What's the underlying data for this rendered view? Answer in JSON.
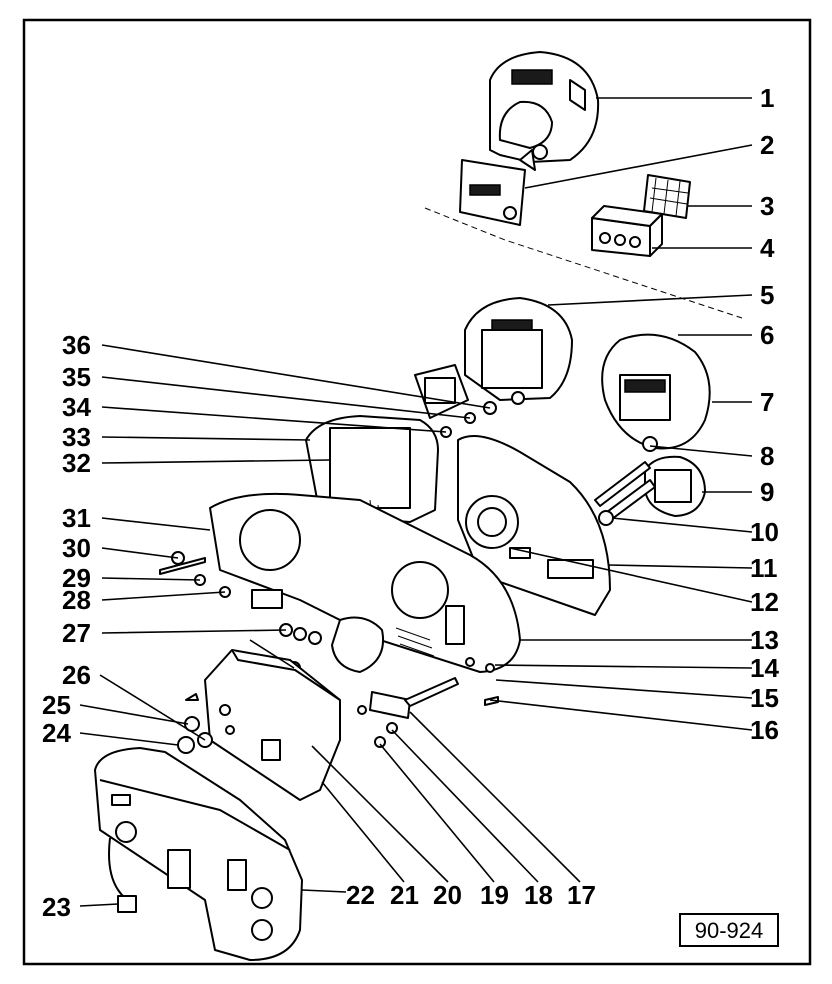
{
  "figure_ref": "90-924",
  "callouts": [
    {
      "label": "1"
    },
    {
      "label": "2"
    },
    {
      "label": "3"
    },
    {
      "label": "4"
    },
    {
      "label": "5"
    },
    {
      "label": "6"
    },
    {
      "label": "7"
    },
    {
      "label": "8"
    },
    {
      "label": "9"
    },
    {
      "label": "10"
    },
    {
      "label": "11"
    },
    {
      "label": "12"
    },
    {
      "label": "13"
    },
    {
      "label": "14"
    },
    {
      "label": "15"
    },
    {
      "label": "16"
    },
    {
      "label": "17"
    },
    {
      "label": "18"
    },
    {
      "label": "19"
    },
    {
      "label": "20"
    },
    {
      "label": "21"
    },
    {
      "label": "22"
    },
    {
      "label": "23"
    },
    {
      "label": "24"
    },
    {
      "label": "25"
    },
    {
      "label": "26"
    },
    {
      "label": "27"
    },
    {
      "label": "28"
    },
    {
      "label": "29"
    },
    {
      "label": "30"
    },
    {
      "label": "31"
    },
    {
      "label": "32"
    },
    {
      "label": "33"
    },
    {
      "label": "34"
    },
    {
      "label": "35"
    },
    {
      "label": "36"
    }
  ]
}
